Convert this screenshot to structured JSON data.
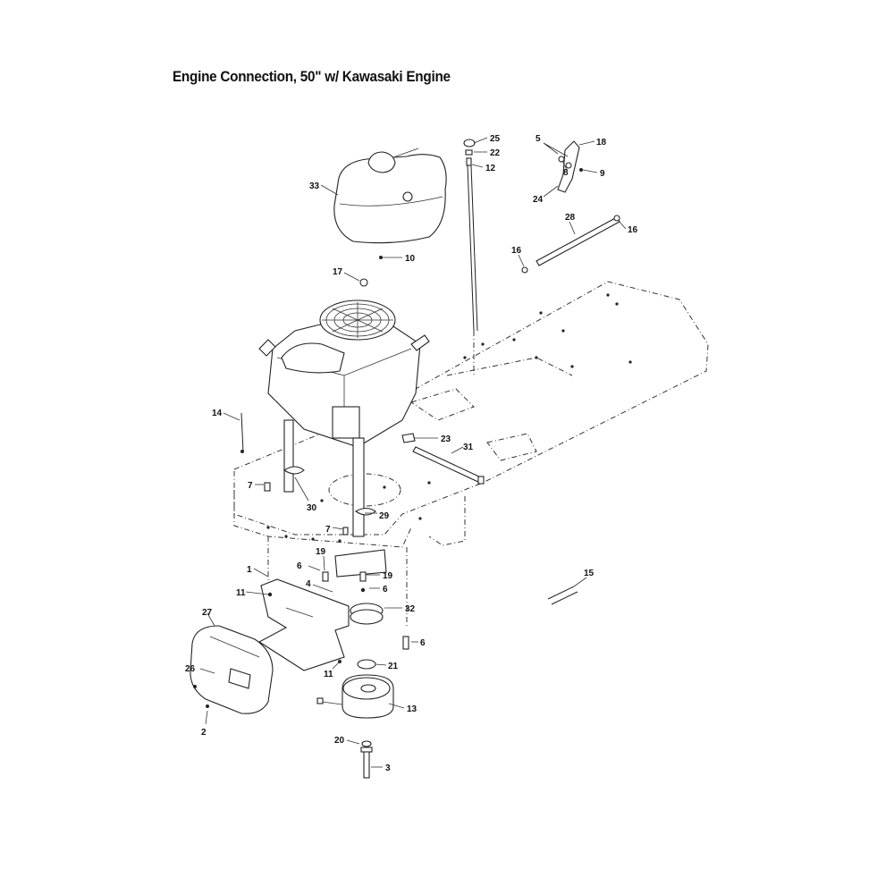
{
  "title": "Engine Connection, 50\" w/ Kawasaki Engine",
  "callouts": {
    "c1": "1",
    "c2": "2",
    "c3": "3",
    "c4": "4",
    "c5": "5",
    "c6a": "6",
    "c6b": "6",
    "c6c": "6",
    "c7a": "7",
    "c7b": "7",
    "c8": "8",
    "c9": "9",
    "c10": "10",
    "c11a": "11",
    "c11b": "11",
    "c12": "12",
    "c13": "13",
    "c14": "14",
    "c15": "15",
    "c16a": "16",
    "c16b": "16",
    "c17": "17",
    "c18": "18",
    "c19a": "19",
    "c19b": "19",
    "c20": "20",
    "c21": "21",
    "c22": "22",
    "c23": "23",
    "c24": "24",
    "c25": "25",
    "c26": "26",
    "c27": "27",
    "c28": "28",
    "c29": "29",
    "c30": "30",
    "c31": "31",
    "c32": "32",
    "c33": "33"
  }
}
